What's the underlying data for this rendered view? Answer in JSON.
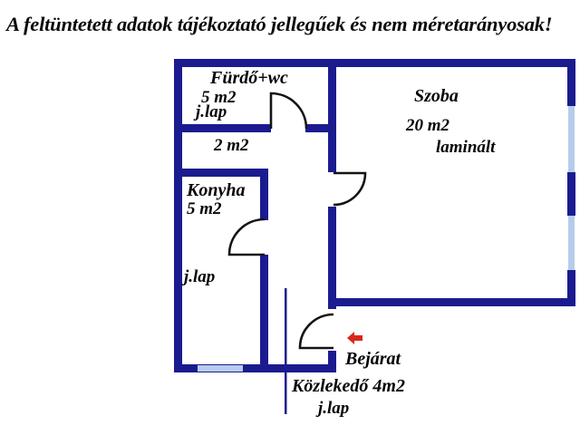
{
  "title": {
    "disclaimer": "A feltüntetett adatok tájékoztató jellegűek és nem méretarányosak!"
  },
  "rooms": {
    "bathroom": {
      "name": "Fürdő+wc",
      "area": "5 m2",
      "floor": "j.lap"
    },
    "hall": {
      "area": "2 m2"
    },
    "kitchen": {
      "name": "Konyha",
      "area": "5 m2",
      "floor": "j.lap"
    },
    "living_room": {
      "name": "Szoba",
      "area": "20 m2",
      "floor": "laminált"
    },
    "corridor": {
      "name": "Közlekedő 4m2",
      "floor": "j.lap"
    },
    "entrance": {
      "label": "Bejárat"
    }
  },
  "icons": {
    "entrance_arrow": "left-arrow"
  },
  "colors": {
    "wall": "#1b1b90",
    "window": "#b5cdea",
    "door_line": "#141414",
    "entrance_arrow": "#d8291d",
    "text": "#050505",
    "background": "#ffffff"
  }
}
